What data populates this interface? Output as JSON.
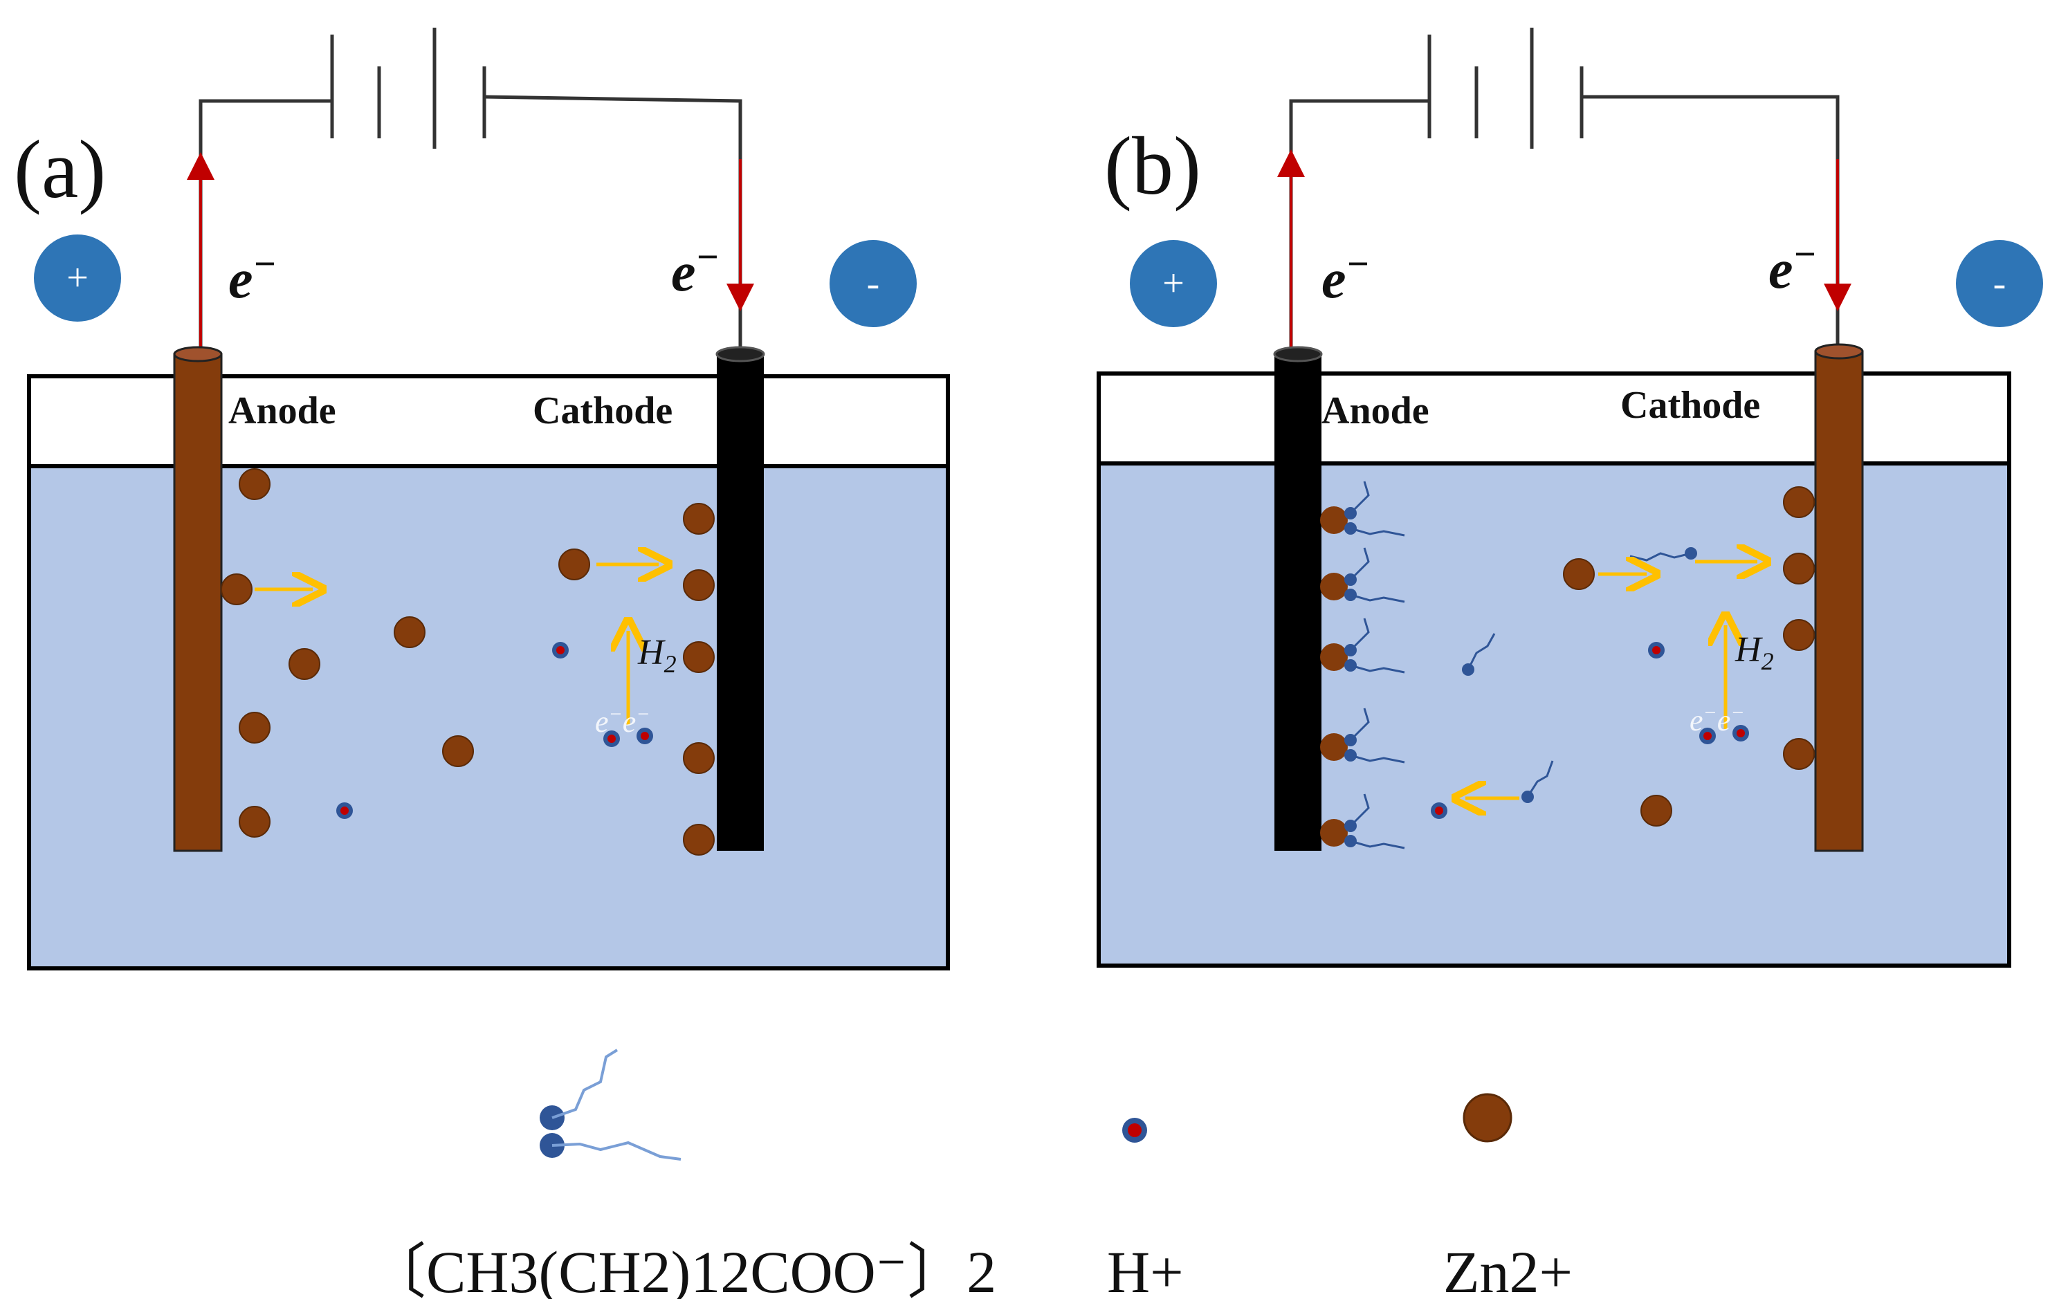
{
  "panels": [
    {
      "label": "(a)",
      "anode": "Anode",
      "cathode": "Cathode",
      "electron_left": "e",
      "electron_right": "e",
      "charge_left": "+",
      "charge_right": "-",
      "h2": "H",
      "h2_sub": "2",
      "anode_material": "zinc",
      "cathode_material": "carbon"
    },
    {
      "label": "(b)",
      "anode": "Anode",
      "cathode": "Cathode",
      "electron_left": "e",
      "electron_right": "e",
      "charge_left": "+",
      "charge_right": "-",
      "h2": "H",
      "h2_sub": "2",
      "anode_material": "carbon",
      "cathode_material": "zinc"
    }
  ],
  "electron_sup": "−",
  "legend": {
    "surfactant": "〔CH3(CH2)12COO⁻〕2",
    "hydrogen_ion": "H+",
    "zinc_ion": "Zn2+"
  },
  "colors": {
    "electrolyte": "#b4c7e7",
    "zinc_electrode": "#843c0c",
    "carbon_electrode": "#000000",
    "zn_ion": "#843c0c",
    "h_ion_core": "#c00000",
    "surfactant": "#2f5597",
    "charge_badge": "#2e75b6",
    "wire_current": "#c00000",
    "migration_arrow": "#ffc000"
  }
}
